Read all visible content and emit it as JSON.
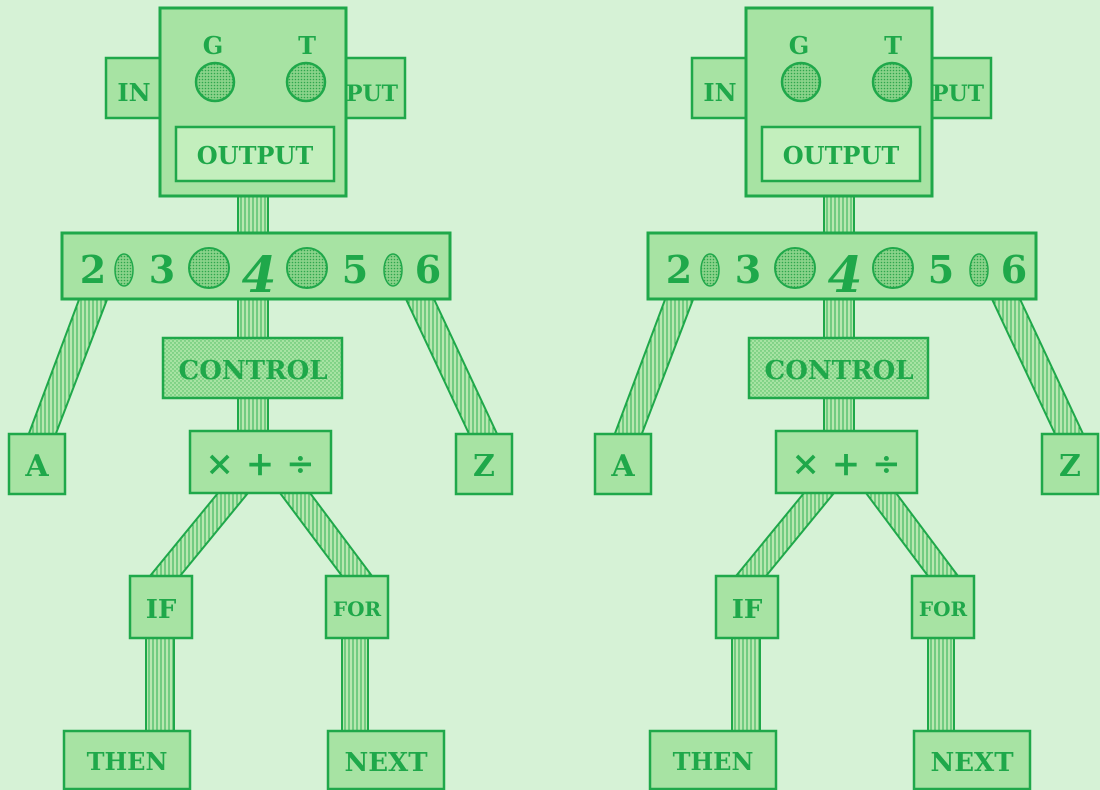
{
  "colors": {
    "background": "#d6f2d6",
    "ink": "#1fa84a",
    "box_fill": "#a7e3a3",
    "light_fill": "#c3efbd",
    "eye_fill": "#7fcf80"
  },
  "robots": [
    {
      "head": {
        "eye_labels": [
          "G",
          "T"
        ],
        "ear_left": "IN",
        "ear_right": "PUT",
        "mouth": "OUTPUT"
      },
      "chest": {
        "digits": [
          "2",
          "3",
          "4",
          "5",
          "6"
        ],
        "eye_icon": "eye-dot-icon"
      },
      "control": "CONTROL",
      "operators": "× + ÷",
      "hand_left": "A",
      "hand_right": "Z",
      "knee_left": "IF",
      "knee_right": "FOR",
      "foot_left": "THEN",
      "foot_right": "NEXT"
    },
    {
      "head": {
        "eye_labels": [
          "G",
          "T"
        ],
        "ear_left": "IN",
        "ear_right": "PUT",
        "mouth": "OUTPUT"
      },
      "chest": {
        "digits": [
          "2",
          "3",
          "4",
          "5",
          "6"
        ],
        "eye_icon": "eye-dot-icon"
      },
      "control": "CONTROL",
      "operators": "× + ÷",
      "hand_left": "A",
      "hand_right": "Z",
      "knee_left": "IF",
      "knee_right": "FOR",
      "foot_left": "THEN",
      "foot_right": "NEXT"
    }
  ]
}
